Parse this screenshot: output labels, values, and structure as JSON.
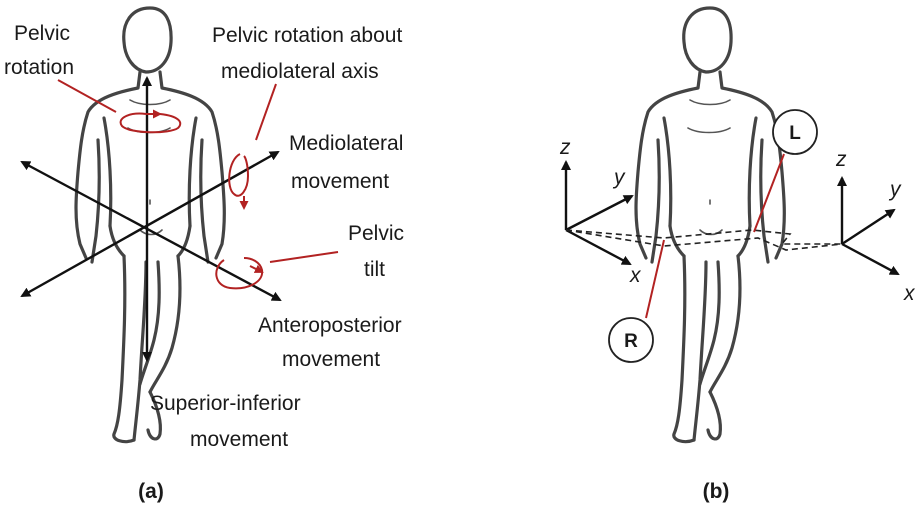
{
  "panel_a": {
    "caption": "(a)",
    "labels": {
      "pelvic_rotation_1": "Pelvic",
      "pelvic_rotation_2": "rotation",
      "rotation_ml_1": "Pelvic rotation about",
      "rotation_ml_2": "mediolateral axis",
      "ml_movement_1": "Mediolateral",
      "ml_movement_2": "movement",
      "pelvic_tilt_1": "Pelvic",
      "pelvic_tilt_2": "tilt",
      "ap_movement_1": "Anteroposterior",
      "ap_movement_2": "movement",
      "si_movement_1": "Superior-inferior",
      "si_movement_2": "movement"
    }
  },
  "panel_b": {
    "caption": "(b)",
    "markers": {
      "right": "R",
      "left": "L"
    },
    "axes": {
      "z": "z",
      "y": "y",
      "x": "x"
    }
  },
  "colors": {
    "annotation": "#b22222",
    "axis": "#111111",
    "figure": "#444444"
  }
}
